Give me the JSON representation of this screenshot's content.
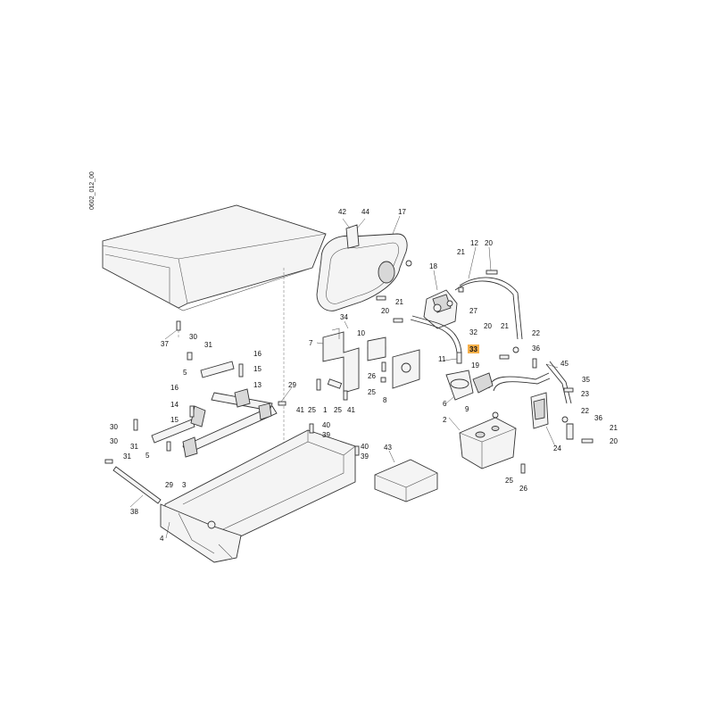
{
  "drawing_code": "0602_012_00",
  "highlighted_part": "33",
  "callouts": [
    "42",
    "44",
    "17",
    "18",
    "12",
    "20",
    "21",
    "27",
    "21",
    "20",
    "34",
    "7",
    "10",
    "32",
    "33",
    "11",
    "20",
    "21",
    "36",
    "22",
    "19",
    "45",
    "35",
    "23",
    "22",
    "36",
    "21",
    "20",
    "37",
    "30",
    "31",
    "16",
    "15",
    "13",
    "5",
    "16",
    "14",
    "15",
    "29",
    "26",
    "25",
    "8",
    "41",
    "25",
    "1",
    "25",
    "41",
    "40",
    "39",
    "40",
    "39",
    "30",
    "31",
    "5",
    "3",
    "29",
    "30",
    "31",
    "6",
    "9",
    "2",
    "24",
    "43",
    "25",
    "26",
    "38",
    "4"
  ]
}
